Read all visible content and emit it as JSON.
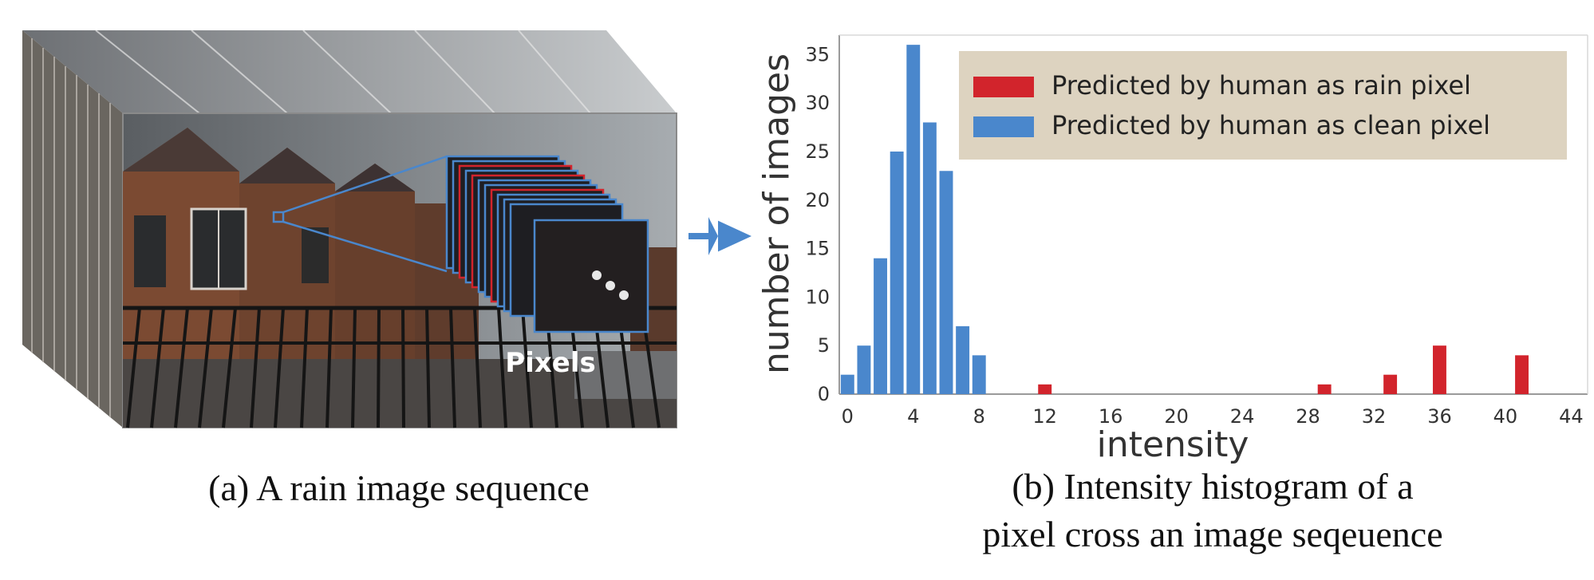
{
  "panel_a": {
    "pixels_label": "Pixels",
    "caption": "(a) A rain image sequence"
  },
  "panel_b": {
    "caption_line1": "(b) Intensity histogram of a",
    "caption_line2": "pixel cross an image seqeuence"
  },
  "colors": {
    "rain": "#d2242c",
    "clean": "#4a87cc",
    "arrow": "#4a87cc",
    "legend_bg": "#ddd3c0"
  },
  "chart_data": {
    "type": "bar",
    "xlabel": "intensity",
    "ylabel": "number of images",
    "xlim": [
      -0.5,
      45
    ],
    "ylim": [
      0,
      37
    ],
    "xticks": [
      0,
      4,
      8,
      12,
      16,
      20,
      24,
      28,
      32,
      36,
      40,
      44
    ],
    "yticks": [
      0,
      5,
      10,
      15,
      20,
      25,
      30,
      35
    ],
    "legend_position": "top-right",
    "series": [
      {
        "name": "Predicted by human as rain pixel",
        "color": "#d2242c",
        "x": [
          12,
          29,
          33,
          36,
          41
        ],
        "values": [
          1,
          1,
          2,
          5,
          4
        ]
      },
      {
        "name": "Predicted by human as clean pixel",
        "color": "#4a87cc",
        "x": [
          0,
          1,
          2,
          3,
          4,
          5,
          6,
          7,
          8
        ],
        "values": [
          2,
          5,
          14,
          25,
          36,
          28,
          23,
          7,
          4
        ]
      }
    ]
  }
}
